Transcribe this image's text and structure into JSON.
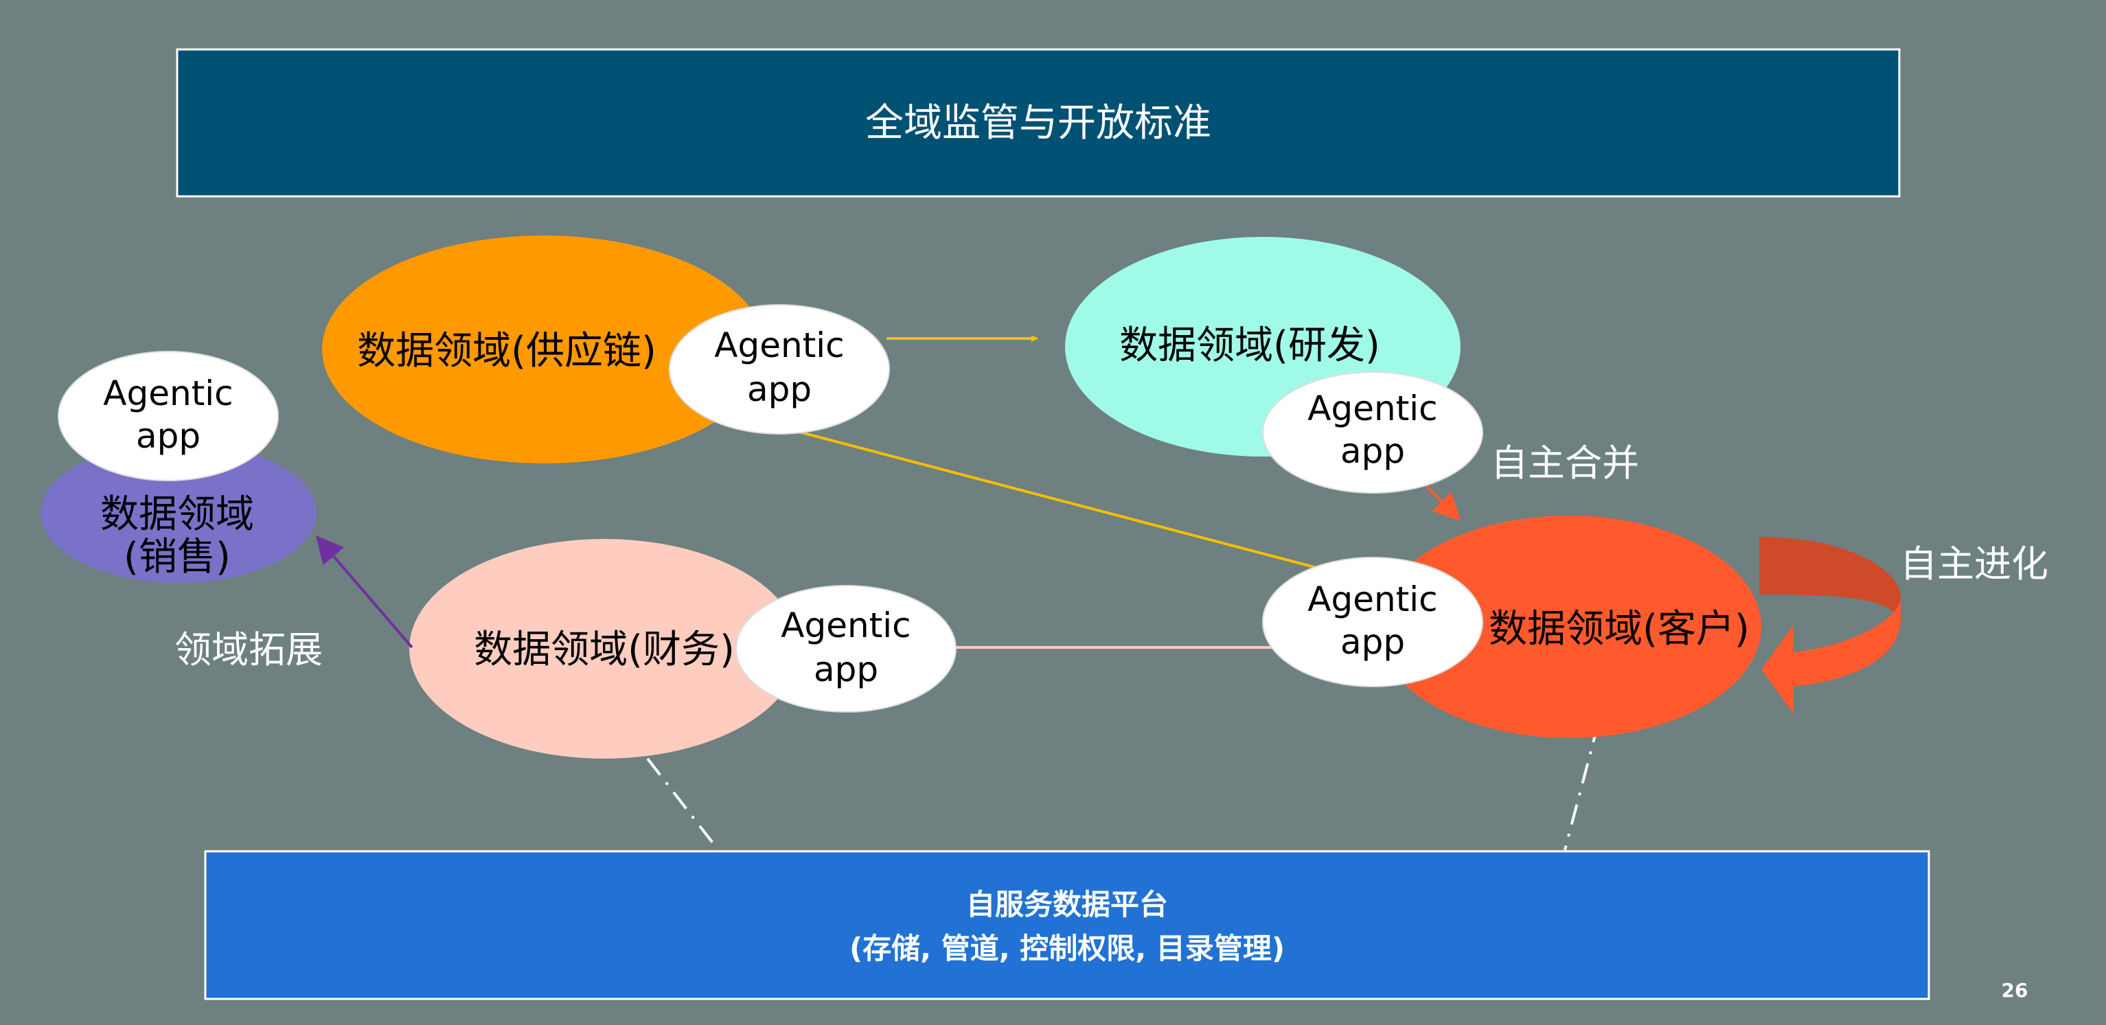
{
  "top_bar": {
    "title": "全域监管与开放标准"
  },
  "bottom_bar": {
    "title": "自服务数据平台",
    "subtitle": "(存储, 管道, 控制权限, 目录管理)"
  },
  "domains": {
    "supply_chain": {
      "label": "数据领域(供应链)",
      "color": "#ff9900"
    },
    "rnd": {
      "label": "数据领域(研发)",
      "color": "#a0fae8"
    },
    "sales": {
      "line1": "数据领域",
      "line2": "(销售)",
      "color": "#7a72c8"
    },
    "finance": {
      "label": "数据领域(财务)",
      "color": "#ffcdc0"
    },
    "customer": {
      "label": "数据领域(客户)",
      "color": "#ff5a2e"
    }
  },
  "agentic_app": {
    "line1": "Agentic",
    "line2": "app"
  },
  "annotations": {
    "merge": "自主合并",
    "evolve": "自主进化",
    "expand": "领域拓展"
  },
  "page_number": "26",
  "colors": {
    "background": "#6e8080",
    "top_bar": "#005173",
    "bottom_bar": "#2172d4"
  }
}
